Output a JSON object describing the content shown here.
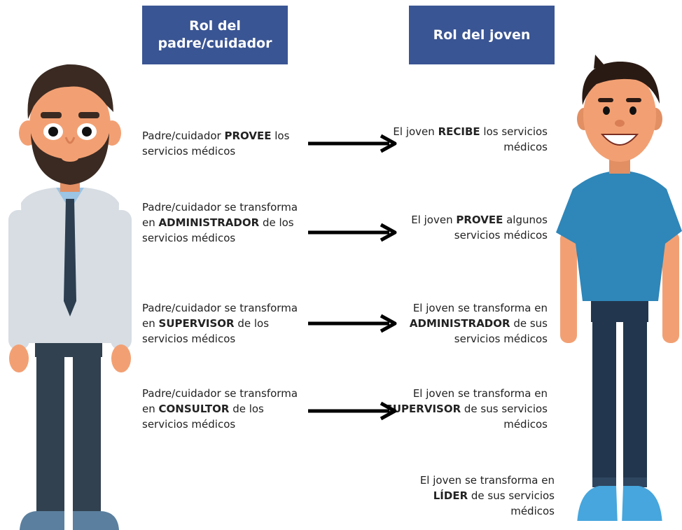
{
  "headers": {
    "parent": "Rol del\npadre/cuidador",
    "youth": "Rol del joven"
  },
  "rows": [
    {
      "parent": [
        {
          "t": "Padre/cuidador "
        },
        {
          "t": "PROVEE",
          "b": true
        },
        {
          "t": " los servicios médicos"
        }
      ],
      "youth": [
        {
          "t": "El joven "
        },
        {
          "t": "RECIBE",
          "b": true
        },
        {
          "t": " los servicios médicos"
        }
      ]
    },
    {
      "parent": [
        {
          "t": "Padre/cuidador se transforma en "
        },
        {
          "t": "ADMINISTRADOR",
          "b": true
        },
        {
          "t": " de los servicios médicos"
        }
      ],
      "youth": [
        {
          "t": "El joven "
        },
        {
          "t": "PROVEE",
          "b": true
        },
        {
          "t": " algunos servicios médicos"
        }
      ]
    },
    {
      "parent": [
        {
          "t": "Padre/cuidador se transforma en "
        },
        {
          "t": "SUPERVISOR",
          "b": true
        },
        {
          "t": " de los servicios médicos"
        }
      ],
      "youth": [
        {
          "t": "El joven se transforma en "
        },
        {
          "t": "ADMINISTRADOR",
          "b": true
        },
        {
          "t": " de sus servicios médicos"
        }
      ]
    },
    {
      "parent": [
        {
          "t": "Padre/cuidador se transforma en "
        },
        {
          "t": "CONSULTOR",
          "b": true
        },
        {
          "t": " de los servicios médicos"
        }
      ],
      "youth": [
        {
          "t": "El joven se transforma en "
        },
        {
          "t": "SUPERVISOR",
          "b": true
        },
        {
          "t": " de sus servicios médicos"
        }
      ]
    }
  ],
  "final": [
    {
      "t": "El joven se transforma en "
    },
    {
      "t": "LÍDER",
      "b": true
    },
    {
      "t": " de sus servicios médicos"
    }
  ],
  "colors": {
    "header_bg": "#3a5593",
    "parent_shirt": "#d7dde3",
    "parent_tie": "#2c3e50",
    "youth_shirt": "#2f86b8",
    "youth_pants": "#22374e",
    "skin": "#f2a073",
    "hair": "#3a2a22",
    "shoe_blue": "#46a6dd"
  },
  "icons": [
    "parent-figure-icon",
    "youth-figure-icon",
    "arrow-right-icon"
  ]
}
